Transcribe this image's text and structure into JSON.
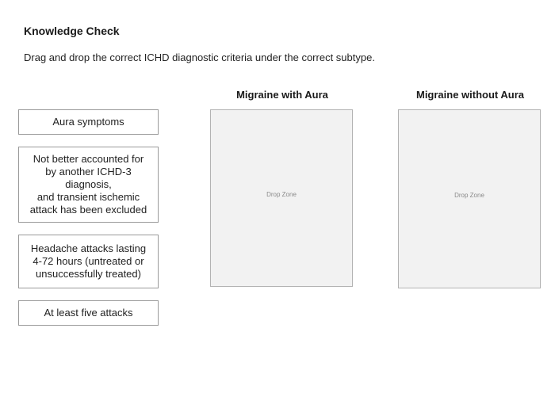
{
  "title": "Knowledge Check",
  "instructions": "Drag and drop the correct ICHD diagnostic criteria under the correct subtype.",
  "drag_items": [
    {
      "label": "Aura symptoms"
    },
    {
      "label": "Not better accounted for\nby another ICHD-3\ndiagnosis,\nand transient ischemic\nattack has been excluded"
    },
    {
      "label": "Headache attacks lasting\n4-72 hours (untreated or\nunsuccessfully treated)"
    },
    {
      "label": "At least five attacks"
    }
  ],
  "drop_columns": [
    {
      "header": "Migraine with Aura",
      "zone_label": "Drop Zone"
    },
    {
      "header": "Migraine without Aura",
      "zone_label": "Drop Zone"
    }
  ]
}
